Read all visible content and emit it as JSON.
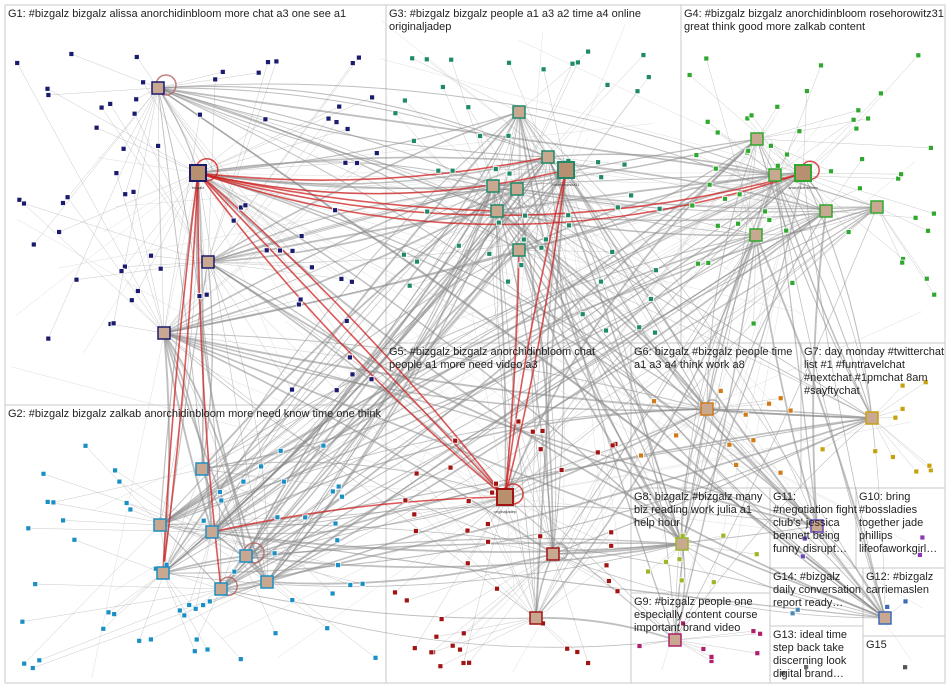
{
  "groups": [
    {
      "id": "G1",
      "label": "G1: #bizgalz bizgalz alissa anorchidinbloom more chat a3 one see a1",
      "color": "#1a1a6e"
    },
    {
      "id": "G2",
      "label": "G2: #bizgalz bizgalz zalkab anorchidinbloom more need know time one think",
      "color": "#1a8fc4"
    },
    {
      "id": "G3",
      "label": "G3: #bizgalz bizgalz people a1 a3 a2 time a4 online originaljadep",
      "color": "#1e8a6a"
    },
    {
      "id": "G4",
      "label": "G4: #bizgalz bizgalz anorchidinbloom rosehorowitz31 great think good more zalkab content",
      "color": "#2ea82e"
    },
    {
      "id": "G5",
      "label": "G5: #bizgalz bizgalz anorchidinbloom chat people a1 more need video a3",
      "color": "#a01414"
    },
    {
      "id": "G6",
      "label": "G6: bizgalz #bizgalz people time a1 a3 a4 think work a8",
      "color": "#d07b1a"
    },
    {
      "id": "G7",
      "label": "G7: day monday #twitterchat list #1 #funtravelchat #nextchat #1pmchat 8am #sayftychat",
      "color": "#c9a010"
    },
    {
      "id": "G8",
      "label": "G8: bizgalz #bizgalz many biz reading work julia a1 help hour",
      "color": "#9ab82a"
    },
    {
      "id": "G9",
      "label": "G9: #bizgalz people one especially content course important brand video",
      "color": "#b01e6e"
    },
    {
      "id": "G10",
      "label": "G10: bring #bossladies together jade phillips lifeofaworkgirl…",
      "color": "#8a3ab8"
    },
    {
      "id": "G11",
      "label": "G11: #negotiation fight club's' jessica bennett being funny disrupt…",
      "color": "#6a4ab8"
    },
    {
      "id": "G12",
      "label": "G12: #bizgalz carriemaslen",
      "color": "#3a6ab8"
    },
    {
      "id": "G13",
      "label": "G13: ideal time step back take discerning look digital brand…",
      "color": "#6a6a6a"
    },
    {
      "id": "G14",
      "label": "G14: #bizgalz daily conversation report ready…",
      "color": "#4a8ab8"
    },
    {
      "id": "G15",
      "label": "G15",
      "color": "#555555"
    }
  ],
  "hubs": [
    {
      "id": "hub-G1",
      "label": "bizgalz"
    },
    {
      "id": "hub-G5",
      "label": "originaljadep"
    },
    {
      "id": "hub-G4",
      "label": "anorchidinbloom"
    },
    {
      "id": "hub-G3",
      "label": "rosehorowitz31"
    }
  ]
}
